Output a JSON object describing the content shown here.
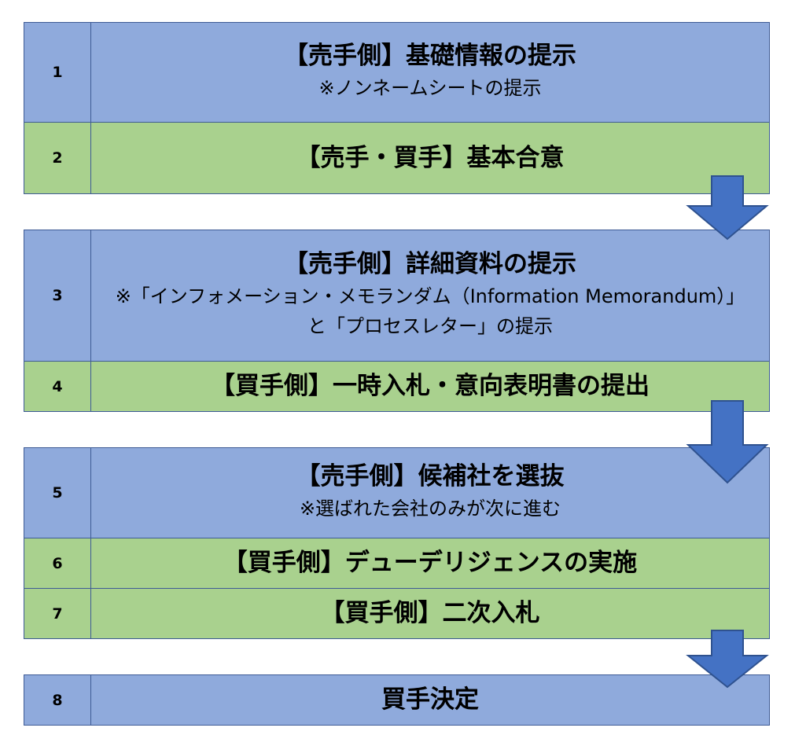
{
  "colors": {
    "seller_step": "#8faadc",
    "buyer_step": "#a9d18e",
    "border": "#3e5b95",
    "arrow": "#4472c4"
  },
  "steps": [
    {
      "num": "1",
      "title": "【売手側】基礎情報の提示",
      "note": "※ノンネームシートの提示"
    },
    {
      "num": "2",
      "title": "【売手・買手】基本合意",
      "note": ""
    },
    {
      "num": "3",
      "title": "【売手側】詳細資料の提示",
      "note": "※「インフォメーション・メモランダム（Information Memorandum）」と「プロセスレター」の提示"
    },
    {
      "num": "4",
      "title": "【買手側】一時入札・意向表明書の提出",
      "note": ""
    },
    {
      "num": "5",
      "title": "【売手側】候補社を選抜",
      "note": "※選ばれた会社のみが次に進む"
    },
    {
      "num": "6",
      "title": "【買手側】デューデリジェンスの実施",
      "note": ""
    },
    {
      "num": "7",
      "title": "【買手側】二次入札",
      "note": ""
    },
    {
      "num": "8",
      "title": "買手決定",
      "note": ""
    }
  ],
  "arrows": [
    {
      "icon": "down-arrow-icon"
    },
    {
      "icon": "down-arrow-icon"
    },
    {
      "icon": "down-arrow-icon"
    }
  ]
}
